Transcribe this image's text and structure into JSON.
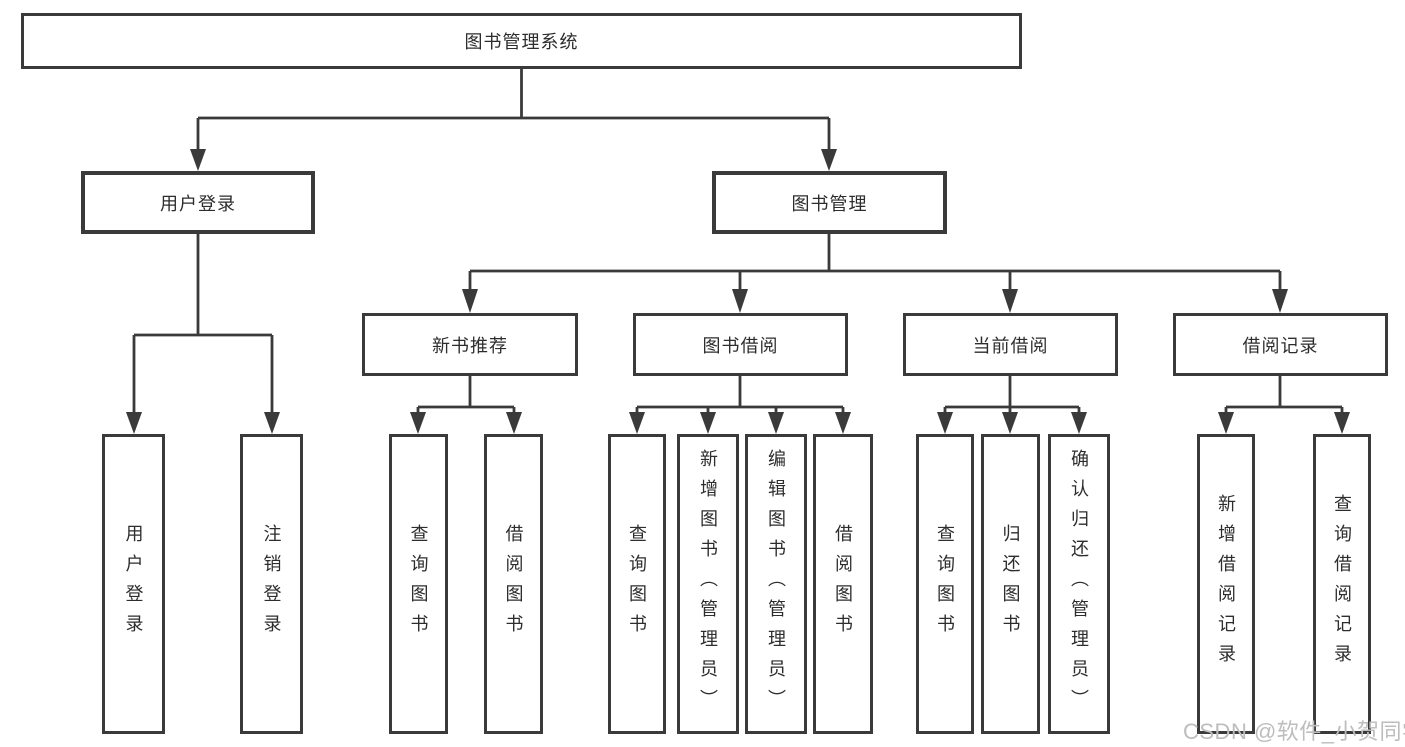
{
  "tree": {
    "root": {
      "label": "图书管理系统",
      "children": [
        {
          "label": "用户登录",
          "children": [
            {
              "label": "用户登录"
            },
            {
              "label": "注销登录"
            }
          ]
        },
        {
          "label": "图书管理",
          "children": [
            {
              "label": "新书推荐",
              "children": [
                {
                  "label": "查询图书"
                },
                {
                  "label": "借阅图书"
                }
              ]
            },
            {
              "label": "图书借阅",
              "children": [
                {
                  "label": "查询图书"
                },
                {
                  "label": "新增图书（管理员）"
                },
                {
                  "label": "编辑图书（管理员）"
                },
                {
                  "label": "借阅图书"
                }
              ]
            },
            {
              "label": "当前借阅",
              "children": [
                {
                  "label": "查询图书"
                },
                {
                  "label": "归还图书"
                },
                {
                  "label": "确认归还（管理员）"
                }
              ]
            },
            {
              "label": "借阅记录",
              "children": [
                {
                  "label": "新增借阅记录"
                },
                {
                  "label": "查询借阅记录"
                }
              ]
            }
          ]
        }
      ]
    }
  },
  "watermark": {
    "text": "CSDN @软件_小贺同学"
  },
  "colors": {
    "line": "#3a3a3a",
    "box_border": "#3a3a3a",
    "text": "#2d2d2d",
    "watermark": "#bdbdbd",
    "background": "#ffffff"
  }
}
